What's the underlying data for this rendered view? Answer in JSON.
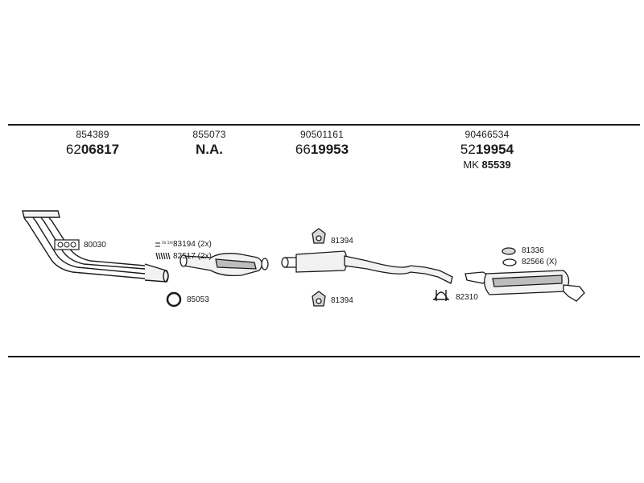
{
  "columns": [
    {
      "oe": "854389",
      "part_prefix": "62",
      "part_main": "06817"
    },
    {
      "oe": "855073",
      "part_prefix": "",
      "part_main": "N.A."
    },
    {
      "oe": "90501161",
      "part_prefix": "66",
      "part_main": "19953"
    },
    {
      "oe": "90466534",
      "part_prefix": "52",
      "part_main": "19954",
      "extra_prefix": "MK",
      "extra_main": "85539"
    }
  ],
  "labels": {
    "gasket_manifold": "80030",
    "kit_small": "83194 (2x)",
    "kit_tiny_text": "2x 1m",
    "spring_bolts": "82517 (2x)",
    "ring_gasket": "85053",
    "rubber_mount_top": "81394",
    "rubber_mount_bottom": "81394",
    "clamp": "82310",
    "mount_rear_top": "81336",
    "ring_rear": "82566 (X)"
  },
  "colors": {
    "line": "#1a1a1a",
    "part_fill": "#f2f2f2",
    "shade": "#bdbdbd"
  }
}
